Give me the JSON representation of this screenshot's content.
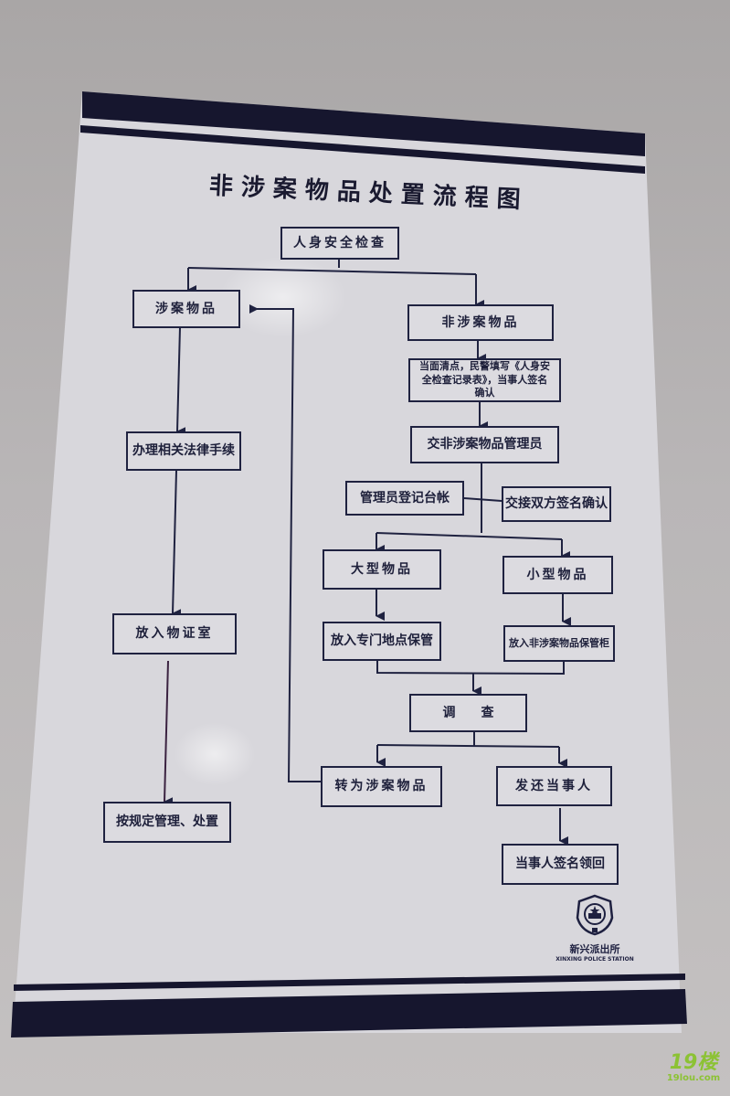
{
  "sign": {
    "title": "非涉案物品处置流程图",
    "colors": {
      "band": "#16162e",
      "panel": "#d8d7dc",
      "box_border": "#1f2240",
      "text": "#1d1f3a",
      "wall": "#b5b2b3"
    }
  },
  "flow": {
    "start": "人身安全检查",
    "left_branch": {
      "case_items": "涉案物品",
      "legal_procedures": "办理相关法律手续",
      "evidence_room": "放入物证室",
      "manage_dispose": "按规定管理、处置"
    },
    "right_branch": {
      "non_case_items": "非涉案物品",
      "count_and_record": "当面清点，民警填写《人身安全检查记录表》，当事人签名确认",
      "hand_to_admin": "交非涉案物品管理员",
      "admin_register": "管理员登记台帐",
      "both_sign": "交接双方签名确认",
      "large_items": "大型物品",
      "small_items": "小型物品",
      "special_place": "放入专门地点保管",
      "storage_cabinet": "放入非涉案物品保管柜",
      "investigate": "调　　查",
      "convert_to_case": "转为涉案物品",
      "return_to_party": "发还当事人",
      "party_sign_receive": "当事人签名领回"
    }
  },
  "footer": {
    "station_name": "新兴派出所",
    "station_name_en": "XINXING POLICE STATION",
    "emblem": "police-emblem-icon"
  },
  "watermark": {
    "big": "19楼",
    "small": "19lou.com"
  }
}
